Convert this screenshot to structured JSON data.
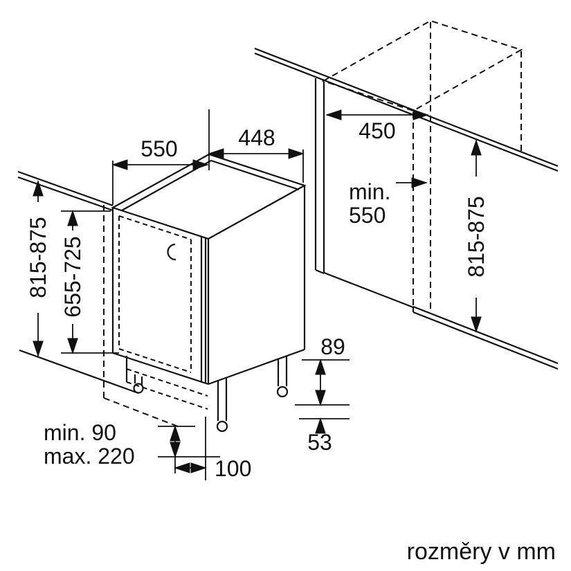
{
  "diagram": {
    "type": "appliance installation dimension drawing",
    "units_note": "rozměry v mm",
    "colors": {
      "line": "#111111",
      "background": "#ffffff"
    }
  },
  "dims": {
    "top_depth": "550",
    "top_width": "448",
    "niche_width": "450",
    "niche_depth_min_line1": "min.",
    "niche_depth_min_line2": "550",
    "height_range_left": "815-875",
    "door_height_range": "655-725",
    "niche_height_range": "815-875",
    "rear_gap": "89",
    "side_gap": "53",
    "plinth_depth": "100",
    "plinth_min": "min. 90",
    "plinth_max": "max. 220"
  }
}
